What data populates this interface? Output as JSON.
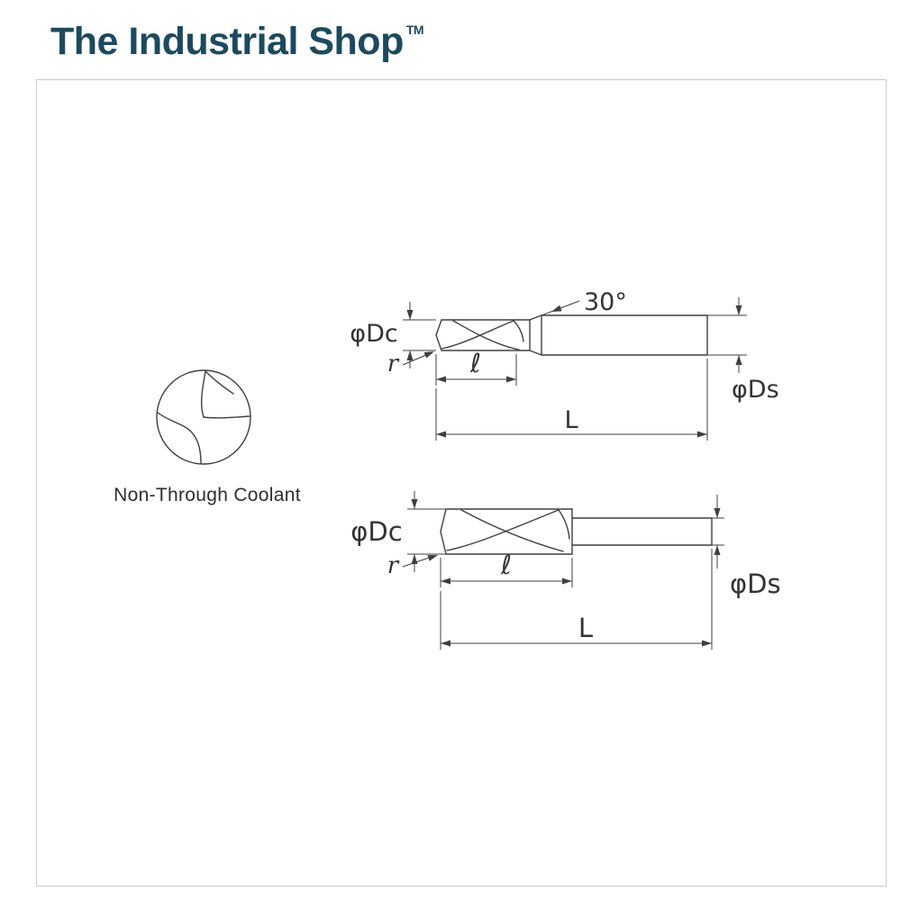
{
  "brand": {
    "name": "The Industrial Shop",
    "tm": "TM",
    "color": "#1b4a5e"
  },
  "end_view": {
    "caption": "Non-Through Coolant"
  },
  "top_view": {
    "dc_label": "φDc",
    "angle_label": "30°",
    "r_label": "r",
    "flute_label": "ℓ",
    "length_label": "L",
    "ds_label": "φDs"
  },
  "bottom_view": {
    "dc_label": "φDc",
    "r_label": "r",
    "flute_label": "ℓ",
    "length_label": "L",
    "ds_label": "φDs"
  },
  "colors": {
    "line": "#3f3f3f",
    "frame_border": "#c9cdd0"
  }
}
